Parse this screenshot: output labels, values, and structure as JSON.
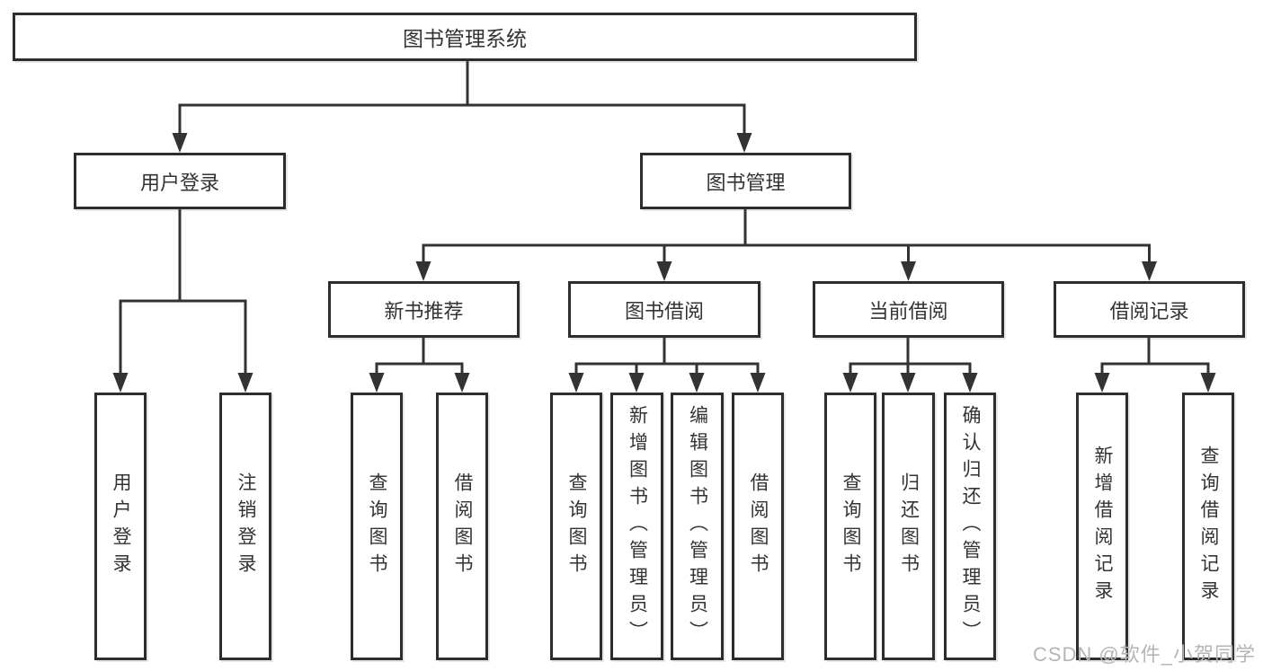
{
  "diagram": {
    "title": "图书管理系统",
    "root": {
      "label": "图书管理系统"
    },
    "branches": [
      {
        "label": "用户登录",
        "children": [
          {
            "label": "用户登录"
          },
          {
            "label": "注销登录"
          }
        ]
      },
      {
        "label": "图书管理",
        "children": [
          {
            "label": "新书推荐",
            "children": [
              {
                "label": "查询图书"
              },
              {
                "label": "借阅图书"
              }
            ]
          },
          {
            "label": "图书借阅",
            "children": [
              {
                "label": "查询图书"
              },
              {
                "label": "新增图书（管理员）"
              },
              {
                "label": "编辑图书（管理员）"
              },
              {
                "label": "借阅图书"
              }
            ]
          },
          {
            "label": "当前借阅",
            "children": [
              {
                "label": "查询图书"
              },
              {
                "label": "归还图书"
              },
              {
                "label": "确认归还（管理员）"
              }
            ]
          },
          {
            "label": "借阅记录",
            "children": [
              {
                "label": "新增借阅记录"
              },
              {
                "label": "查询借阅记录"
              }
            ]
          }
        ]
      }
    ],
    "watermark": "CSDN @软件_小贺同学",
    "colors": {
      "line": "#333333",
      "border": "#2d2d2d",
      "text": "#333333",
      "watermark": "#b5b5b5",
      "background": "#ffffff"
    }
  }
}
